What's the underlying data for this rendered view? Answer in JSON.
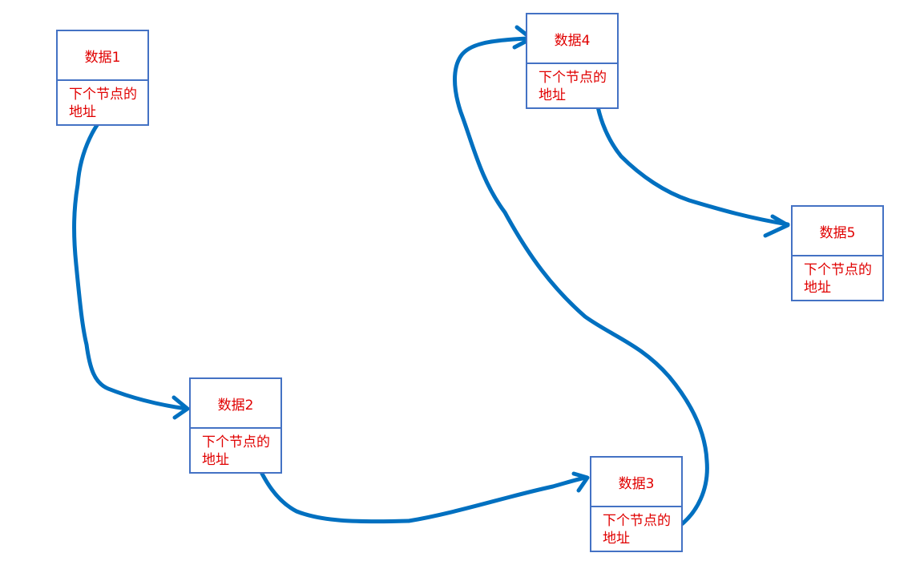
{
  "nodes": [
    {
      "data": "数据1",
      "next": "下个节点的地址"
    },
    {
      "data": "数据2",
      "next": "下个节点的地址"
    },
    {
      "data": "数据3",
      "next": "下个节点的地址"
    },
    {
      "data": "数据4",
      "next": "下个节点的地址"
    },
    {
      "data": "数据5",
      "next": "下个节点的地址"
    }
  ],
  "links": [
    {
      "from": "数据1",
      "to": "数据2"
    },
    {
      "from": "数据2",
      "to": "数据3"
    },
    {
      "from": "数据3",
      "to": "数据4"
    },
    {
      "from": "数据4",
      "to": "数据5"
    }
  ],
  "colors": {
    "box_border": "#4472c4",
    "text": "#e00000",
    "arrow": "#0070c0"
  }
}
